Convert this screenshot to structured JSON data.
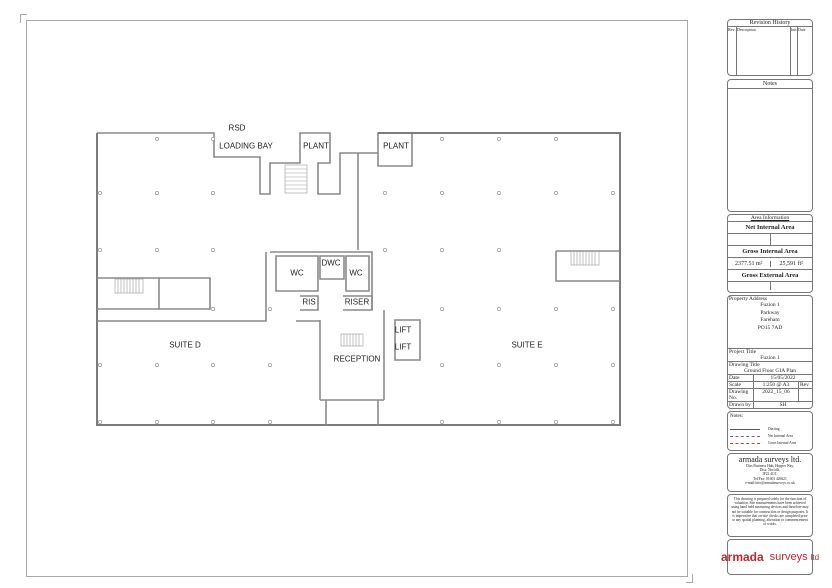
{
  "plan": {
    "labels": {
      "rsd": "RSD",
      "loading_bay": "LOADING BAY",
      "plant_1": "PLANT",
      "plant_2": "PLANT",
      "wc_1": "WC",
      "dwc": "DWC",
      "wc_2": "WC",
      "ris": "RIS",
      "riser": "RISER",
      "lift_1": "LIFT",
      "lift_2": "LIFT",
      "reception": "RECEPTION",
      "suite_d": "SUITE D",
      "suite_e": "SUITE E"
    }
  },
  "title_block": {
    "revision_history": {
      "title": "Revision History",
      "columns": [
        "Rev",
        "Description",
        "Init",
        "Date"
      ]
    },
    "notes_top": {
      "title": "Notes"
    },
    "area_information": {
      "title": "Area Information",
      "net_internal_area": {
        "label": "Net Internal Area",
        "m2": "",
        "ft2": ""
      },
      "gross_internal_area": {
        "label": "Gross Internal Area",
        "m2": "2377.51 m²",
        "ft2": "25,591 ft²"
      },
      "gross_external_area": {
        "label": "Gross External Area",
        "m2": "",
        "ft2": ""
      }
    },
    "property_address": {
      "label": "Property Address",
      "lines": [
        "Fuzion 1",
        "Parkway",
        "Fareham",
        "PO15 7AD"
      ]
    },
    "project_title": {
      "label": "Project Title",
      "value": "Fuzion 1"
    },
    "drawing_title": {
      "label": "Drawing Title",
      "value": "Ground Floor GIA Plan"
    },
    "date": {
      "label": "Date",
      "value": "15/05/2022"
    },
    "scale": {
      "label": "Scale",
      "value": "1:250 @ A3",
      "rev_label": "Rev"
    },
    "drawing_no": {
      "label": "Drawing No.",
      "value": "2022_15_06"
    },
    "drawn_by": {
      "label": "Drawn by",
      "value": "SH"
    },
    "notes_legend": {
      "title": "Notes:",
      "items": [
        {
          "label": "Ducting",
          "color": "#555555",
          "style": "solid"
        },
        {
          "label": "Net Internal Area",
          "color": "#8a5ca8",
          "style": "dashed"
        },
        {
          "label": "Gross Internal Area",
          "color": "#d23b3b",
          "style": "dashed"
        }
      ]
    },
    "company": {
      "name": "armada surveys ltd.",
      "address_lines": [
        "Diss Business Hub, Hopper Way,",
        "Diss, Norfolk,",
        "IP22 4GT.",
        "Tel/Fax: 01603 426621",
        "e-mail:info@armadasurveys.co.uk"
      ]
    },
    "disclaimer": "This drawing is prepared solely for the function of valuation. Site measurements have been achieved using hand held measuring devices and therefore may not be suitable for construction or design purposes. It is imperative that on-site checks are completed prior to any spatial planning, alteration or commencement of works.",
    "logo": {
      "word1": "armada",
      "word2": "surveys",
      "word3": "ltd",
      "color": "#c0272d"
    }
  }
}
